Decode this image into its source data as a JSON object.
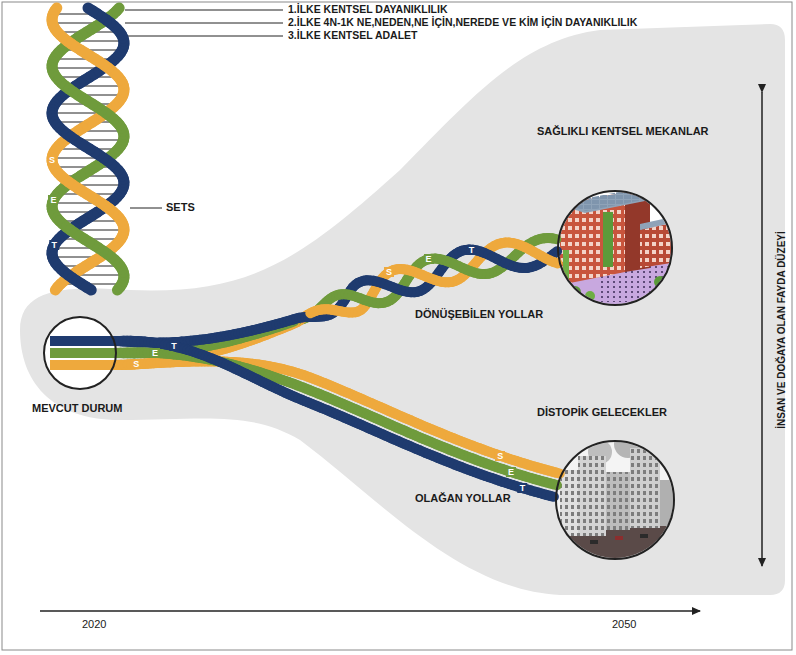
{
  "diagram": {
    "nodes": [
      {
        "text": [
          "MEVCUT DURUM"
        ]
      },
      {
        "text": [
          "SAĞLIKLI KENTSEL MEKANLAR"
        ]
      },
      {
        "text": [
          "DİSTOPİK GELECEKLER"
        ]
      }
    ],
    "edges": [
      {
        "from": 0,
        "to": 1,
        "arrow": "none",
        "label": "DÖNÜŞEBİLEN YOLLAR"
      },
      {
        "from": 0,
        "to": 2,
        "arrow": "none",
        "label": "OLAĞAN YOLLAR"
      }
    ],
    "labels": [
      "1.İLKE KENTSEL DAYANIKLILIK",
      "2.İLKE 4N-1K NE,NEDEN,NE İÇİN,NEREDE VE KİM İÇİN DAYANIKLILIK",
      "3.İLKE KENTSEL ADALET",
      "SETS",
      "S",
      "E",
      "T",
      "S",
      "E",
      "T",
      "S",
      "E",
      "T",
      "S",
      "E",
      "T",
      "İNSAN VE DOĞAYA OLAN FAYDA DÜZEYİ",
      "2020",
      "2050"
    ]
  }
}
